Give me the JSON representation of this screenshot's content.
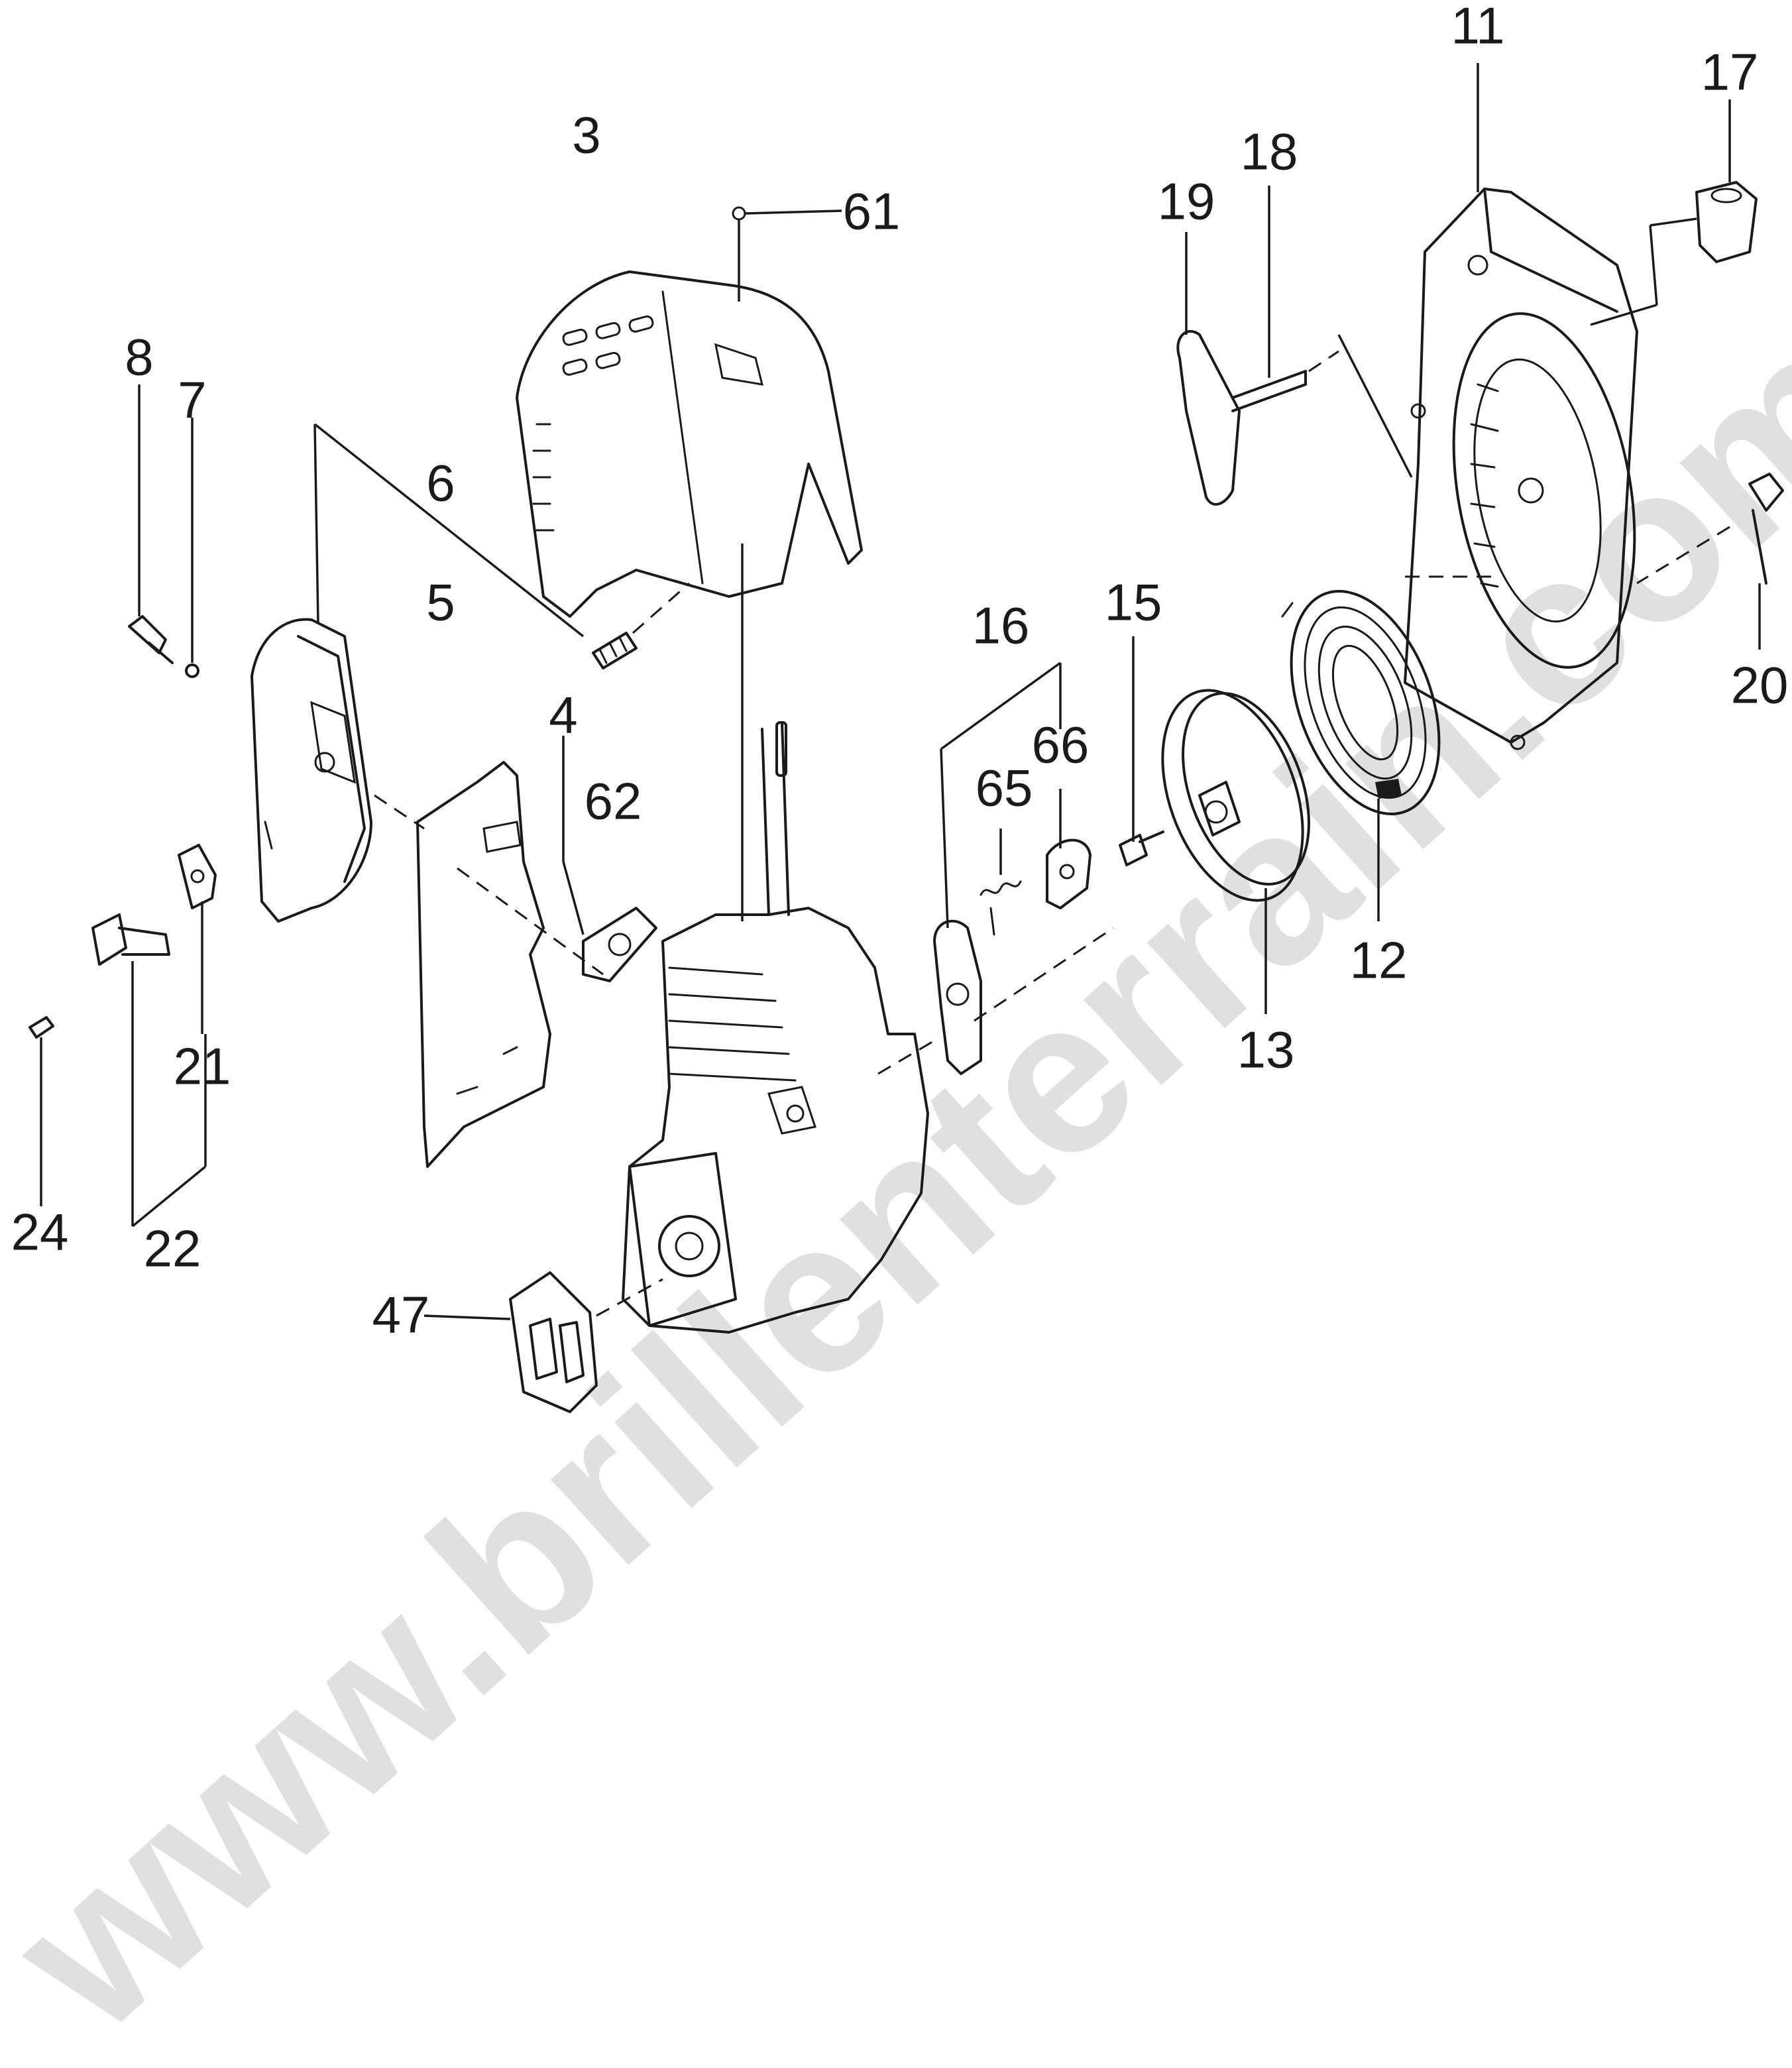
{
  "watermark": "www.brillenterrain.com",
  "labels": {
    "n3": "3",
    "n4": "4",
    "n5": "5",
    "n6": "6",
    "n7": "7",
    "n8": "8",
    "n11": "11",
    "n12": "12",
    "n13": "13",
    "n15": "15",
    "n16": "16",
    "n17": "17",
    "n18": "18",
    "n19": "19",
    "n20": "20",
    "n21": "21",
    "n22": "22",
    "n24": "24",
    "n47": "47",
    "n61": "61",
    "n62": "62",
    "n65": "65",
    "n66": "66"
  }
}
